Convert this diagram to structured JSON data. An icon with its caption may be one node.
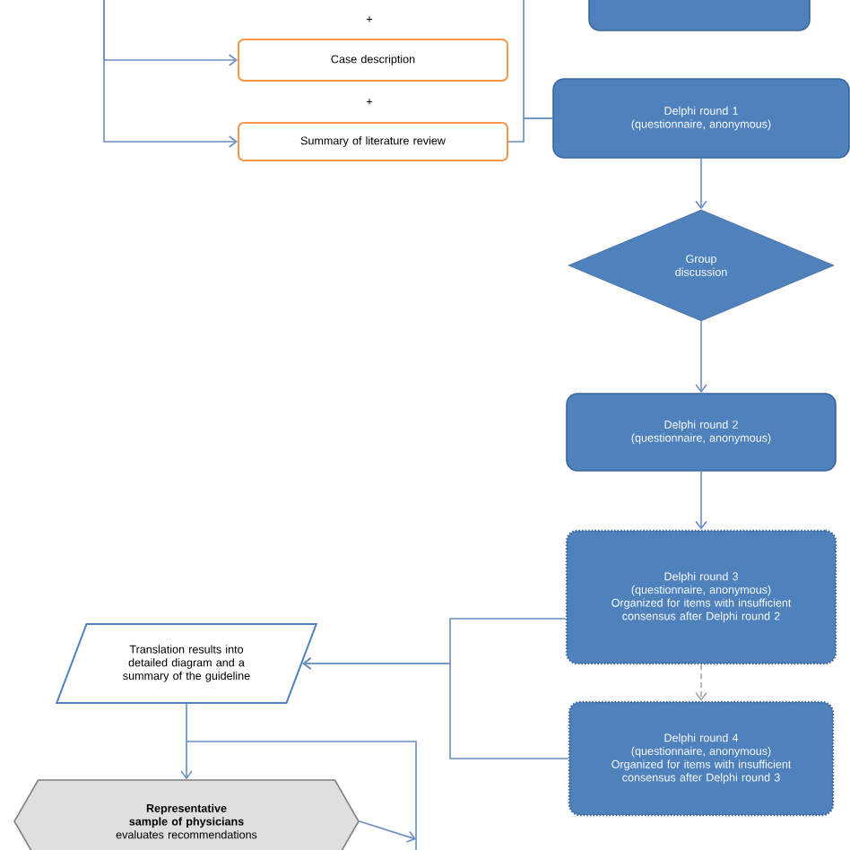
{
  "diagram": {
    "nodes": [
      {
        "text": [],
        "shape": "box"
      },
      {
        "text": [
          "Case description"
        ]
      },
      {
        "text": [
          "Summary of literature review"
        ]
      },
      {
        "text": [
          "Delphi round 1 (questionnaire, anonymous)"
        ]
      },
      {
        "text": [
          "Group discussion"
        ]
      },
      {
        "text": [
          "Delphi round 2 (questionnaire, anonymous)"
        ]
      },
      {
        "text": [
          "Delphi round 3 (questionnaire, anonymous)",
          "Organized for items with insufficient consensus after Delphi round 2"
        ]
      },
      {
        "text": [
          "Delphi round 4 (questionnaire, anonymous)",
          "Organized for items with insufficient consensus after Delphi round 3"
        ]
      },
      {
        "text": [
          "Translation results into detailed diagram and a summary of the guideline"
        ]
      },
      {
        "text": [
          "Representative sample of physicians",
          "evaluates recommendations"
        ]
      }
    ],
    "edges": [
      {
        "from": null,
        "to": 1,
        "arrow": "to"
      },
      {
        "from": null,
        "to": 2,
        "arrow": "to"
      },
      {
        "from": null,
        "to": 3,
        "arrow": "none"
      },
      {
        "from": 2,
        "to": 3,
        "arrow": "none"
      },
      {
        "from": 3,
        "to": 4,
        "arrow": "to"
      },
      {
        "from": 4,
        "to": 5,
        "arrow": "to"
      },
      {
        "from": 5,
        "to": 6,
        "arrow": "to"
      },
      {
        "from": 6,
        "to": 7,
        "arrow": "to",
        "style": "dashed",
        "color": "#a6a6a6"
      },
      {
        "from": 6,
        "to": 8,
        "arrow": "to"
      },
      {
        "from": 7,
        "to": 8,
        "arrow": "to"
      },
      {
        "from": 8,
        "to": 9,
        "arrow": "to"
      },
      {
        "from": 8,
        "to": null,
        "arrow": "none"
      },
      {
        "from": 9,
        "to": null,
        "arrow": "to"
      }
    ],
    "labels": [
      "+",
      "+"
    ]
  }
}
